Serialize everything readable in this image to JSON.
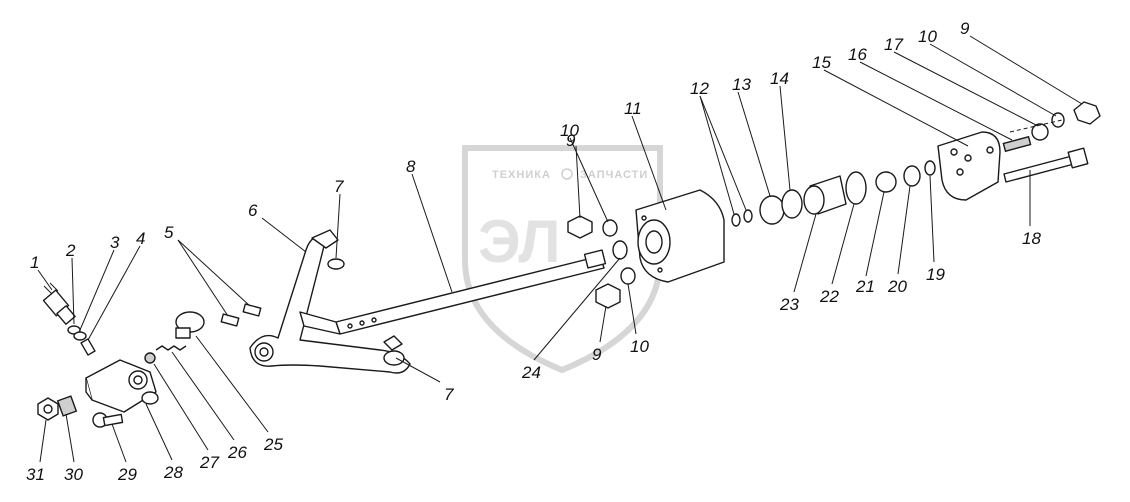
{
  "watermark": {
    "left_text": "ТЕХНИКА",
    "right_text": "ЗАПЧАСТИ",
    "logo": "ЭЛ"
  },
  "callouts": [
    {
      "id": "c1",
      "label": "1"
    },
    {
      "id": "c2",
      "label": "2"
    },
    {
      "id": "c3",
      "label": "3"
    },
    {
      "id": "c4",
      "label": "4"
    },
    {
      "id": "c5",
      "label": "5"
    },
    {
      "id": "c6",
      "label": "6"
    },
    {
      "id": "c7a",
      "label": "7"
    },
    {
      "id": "c7b",
      "label": "7"
    },
    {
      "id": "c8",
      "label": "8"
    },
    {
      "id": "c9a",
      "label": "9"
    },
    {
      "id": "c9b",
      "label": "9"
    },
    {
      "id": "c9c",
      "label": "9"
    },
    {
      "id": "c10a",
      "label": "10"
    },
    {
      "id": "c10b",
      "label": "10"
    },
    {
      "id": "c10c",
      "label": "10"
    },
    {
      "id": "c11",
      "label": "11"
    },
    {
      "id": "c12",
      "label": "12"
    },
    {
      "id": "c13",
      "label": "13"
    },
    {
      "id": "c14",
      "label": "14"
    },
    {
      "id": "c15",
      "label": "15"
    },
    {
      "id": "c16",
      "label": "16"
    },
    {
      "id": "c17",
      "label": "17"
    },
    {
      "id": "c18",
      "label": "18"
    },
    {
      "id": "c19",
      "label": "19"
    },
    {
      "id": "c20",
      "label": "20"
    },
    {
      "id": "c21",
      "label": "21"
    },
    {
      "id": "c22",
      "label": "22"
    },
    {
      "id": "c23",
      "label": "23"
    },
    {
      "id": "c24",
      "label": "24"
    },
    {
      "id": "c25",
      "label": "25"
    },
    {
      "id": "c26",
      "label": "26"
    },
    {
      "id": "c27",
      "label": "27"
    },
    {
      "id": "c28",
      "label": "28"
    },
    {
      "id": "c29",
      "label": "29"
    },
    {
      "id": "c30",
      "label": "30"
    },
    {
      "id": "c31",
      "label": "31"
    }
  ]
}
